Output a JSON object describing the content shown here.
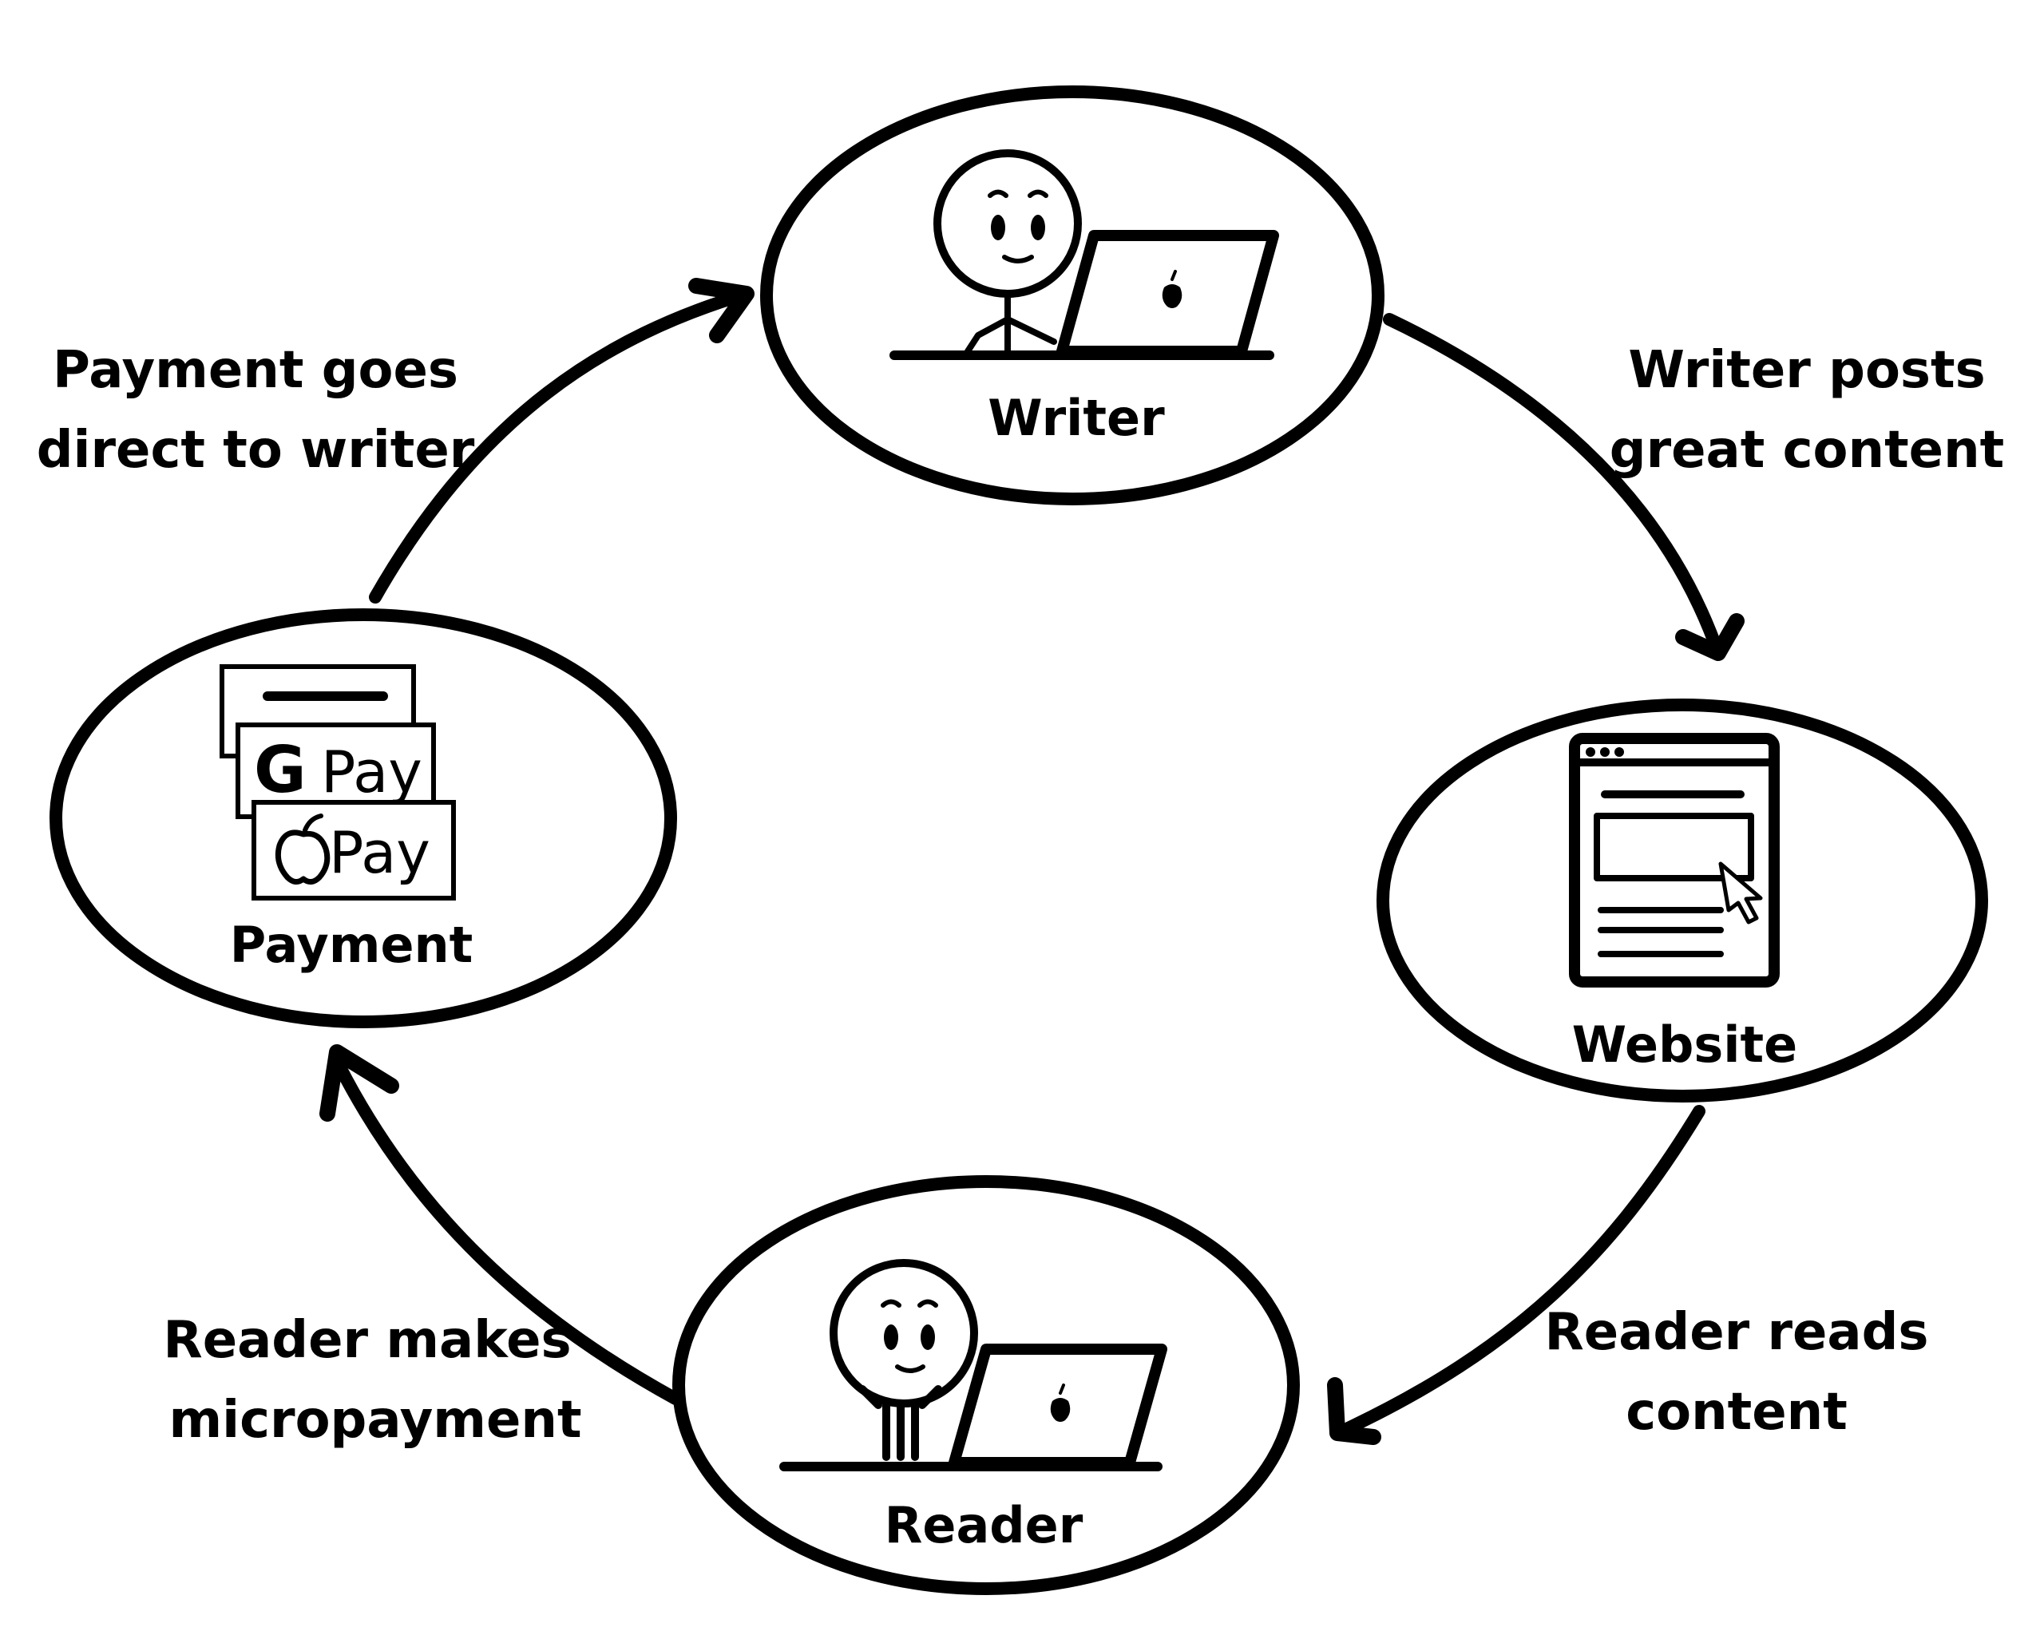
{
  "nodes": {
    "writer": {
      "label": "Writer"
    },
    "website": {
      "label": "Website"
    },
    "reader": {
      "label": "Reader"
    },
    "payment": {
      "label": "Payment"
    }
  },
  "edges": {
    "writer_to_website": {
      "line1": "Writer posts",
      "line2": "great content"
    },
    "website_to_reader": {
      "line1": "Reader reads",
      "line2": "content"
    },
    "reader_to_payment": {
      "line1": "Reader makes",
      "line2": "micropayment"
    },
    "payment_to_writer": {
      "line1": "Payment goes",
      "line2": "direct to writer"
    }
  },
  "payment_cards": {
    "google": {
      "letter": "G",
      "text": "Pay"
    },
    "apple": {
      "text": "Pay"
    }
  }
}
